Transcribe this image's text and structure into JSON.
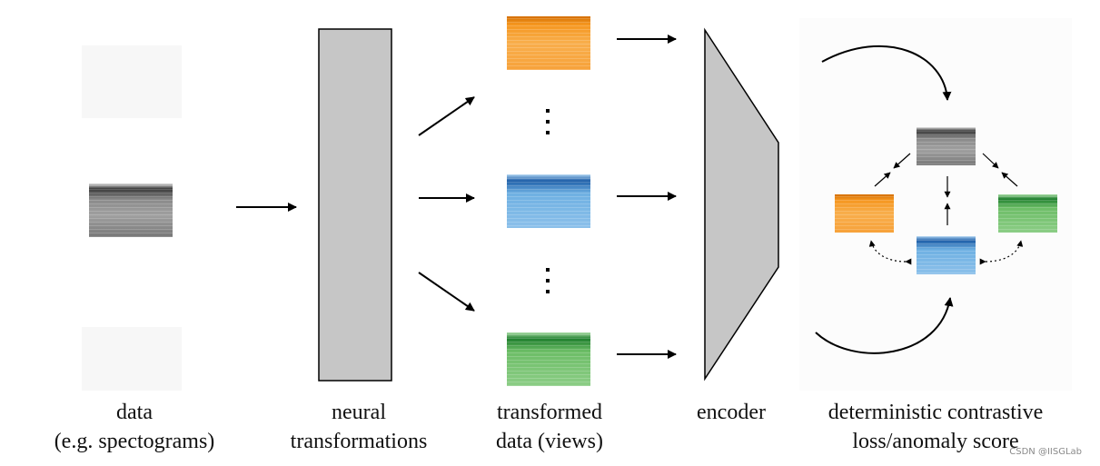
{
  "captions": {
    "data": {
      "line1": "data",
      "line2": "(e.g. spectograms)"
    },
    "neural": {
      "line1": "neural",
      "line2": "transformations"
    },
    "transformed": {
      "line1": "transformed",
      "line2": "data (views)"
    },
    "encoder": {
      "line1": "encoder"
    },
    "loss": {
      "line1": "deterministic contrastive",
      "line2": "loss/anomaly score"
    }
  },
  "watermark": "CSDN @IISGLab",
  "colors": {
    "gray": "#8c8c8c",
    "orange": "#f7a431",
    "blue": "#6aaee0",
    "green": "#72c16e",
    "block": "#c7c7c7",
    "arrow": "#000000"
  }
}
